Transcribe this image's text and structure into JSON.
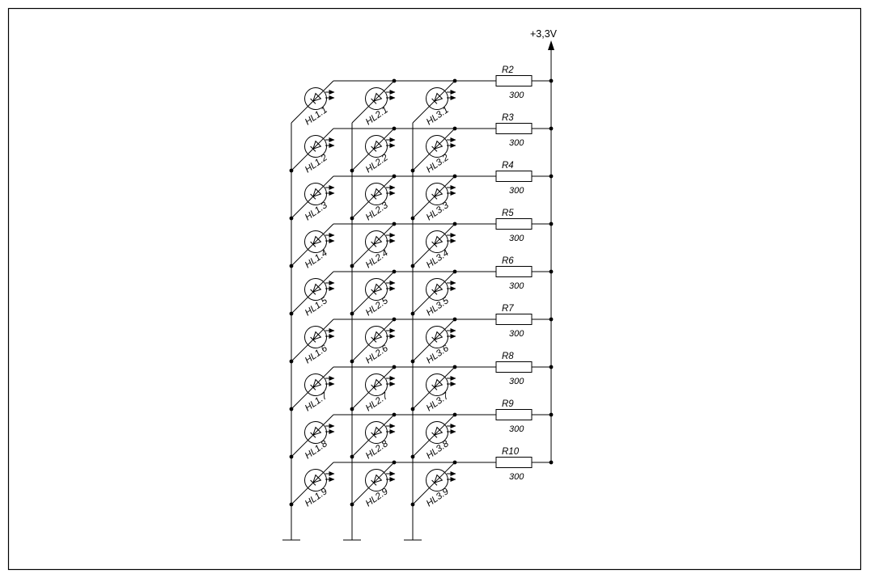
{
  "figure_type": "circuit-schematic",
  "colors": {
    "line": "#000000",
    "background": "#ffffff"
  },
  "power": {
    "label": "+3,3V"
  },
  "resistors": [
    {
      "name": "R2",
      "value": "300"
    },
    {
      "name": "R3",
      "value": "300"
    },
    {
      "name": "R4",
      "value": "300"
    },
    {
      "name": "R5",
      "value": "300"
    },
    {
      "name": "R6",
      "value": "300"
    },
    {
      "name": "R7",
      "value": "300"
    },
    {
      "name": "R8",
      "value": "300"
    },
    {
      "name": "R9",
      "value": "300"
    },
    {
      "name": "R10",
      "value": "300"
    }
  ],
  "led_matrix": {
    "rows": 9,
    "columns": 3,
    "labels": [
      [
        "HL1.1",
        "HL2.1",
        "HL3.1"
      ],
      [
        "HL1.2",
        "HL2.2",
        "HL3.2"
      ],
      [
        "HL1.3",
        "HL2.3",
        "HL3.3"
      ],
      [
        "HL1.4",
        "HL2.4",
        "HL3.4"
      ],
      [
        "HL1.5",
        "HL2.5",
        "HL3.5"
      ],
      [
        "HL1.6",
        "HL2.6",
        "HL3.6"
      ],
      [
        "HL1.7",
        "HL2.7",
        "HL3.7"
      ],
      [
        "HL1.8",
        "HL2.8",
        "HL3.8"
      ],
      [
        "HL1.9",
        "HL2.9",
        "HL3.9"
      ]
    ]
  }
}
